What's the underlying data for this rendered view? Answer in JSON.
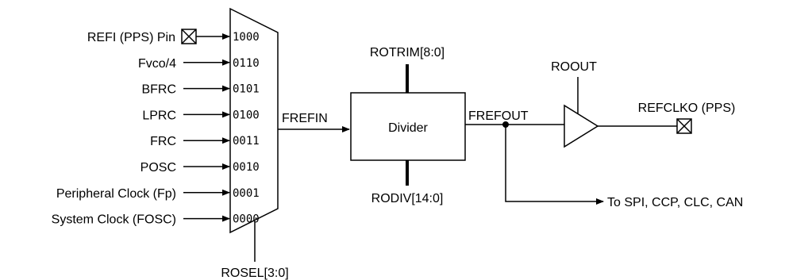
{
  "mux": {
    "inputs": [
      {
        "label": "REFI (PPS) Pin",
        "code": "1000",
        "pin": true
      },
      {
        "label": "Fvco/4",
        "code": "0110",
        "pin": false
      },
      {
        "label": "BFRC",
        "code": "0101",
        "pin": false
      },
      {
        "label": "LPRC",
        "code": "0100",
        "pin": false
      },
      {
        "label": "FRC",
        "code": "0011",
        "pin": false
      },
      {
        "label": "POSC",
        "code": "0010",
        "pin": false
      },
      {
        "label": "Peripheral Clock (Fp)",
        "code": "0001",
        "pin": false
      },
      {
        "label": "System Clock (FOSC)",
        "code": "0000",
        "pin": false
      }
    ],
    "select_label": "ROSEL[3:0]",
    "output_label": "FREFIN"
  },
  "divider": {
    "label": "Divider",
    "trim_label": "ROTRIM[8:0]",
    "div_label": "RODIV[14:0]",
    "output_label": "FREFOUT"
  },
  "buffer": {
    "enable_label": "ROOUT",
    "output_label": "REFCLKO (PPS)"
  },
  "branch": {
    "label": "To SPI, CCP, CLC, CAN"
  }
}
